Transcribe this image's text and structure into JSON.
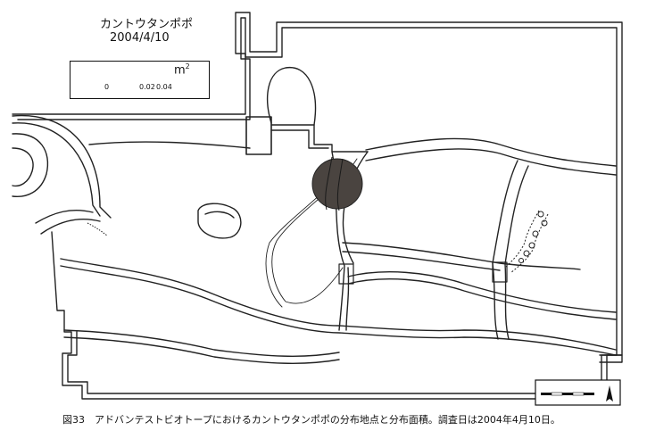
{
  "map": {
    "species_label": "カントウタンポポ",
    "survey_date": "2004/4/10",
    "legend": {
      "unit": "m",
      "unit_exponent": "2",
      "tick_labels": [
        "0",
        "0.02",
        "0.04"
      ]
    },
    "caption": "図33　アドバンテストビオトープにおけるカントウタンポポの分布地点と分布面積。調査日は2004年4月10日。",
    "colors": {
      "lines": "#222222",
      "distribution_marker": "#4a4440"
    },
    "icons": [
      "scale-bar-icon",
      "north-arrow-icon"
    ]
  }
}
